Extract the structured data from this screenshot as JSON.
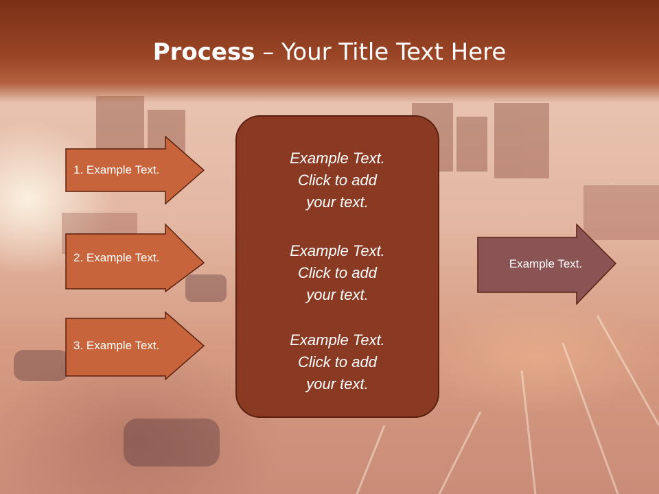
{
  "slide": {
    "title_bold": "Process",
    "title_rest": " – Your Title Text Here",
    "left_arrows": [
      "1. Example Text.",
      "2. Example Text.",
      "3. Example Text."
    ],
    "center_paragraphs": [
      [
        "Example Text.",
        "Click  to add",
        "your text."
      ],
      [
        "Example Text.",
        "Click  to add",
        "your text."
      ],
      [
        "Example Text.",
        "Click  to add",
        "your text."
      ]
    ],
    "right_arrow": "Example Text."
  },
  "colors": {
    "title_bar": "#9a4526",
    "left_arrow_fill": "#c8643c",
    "center_box_fill": "#8a3a22",
    "right_arrow_fill": "#8a5454",
    "outline": "#5a200f"
  }
}
